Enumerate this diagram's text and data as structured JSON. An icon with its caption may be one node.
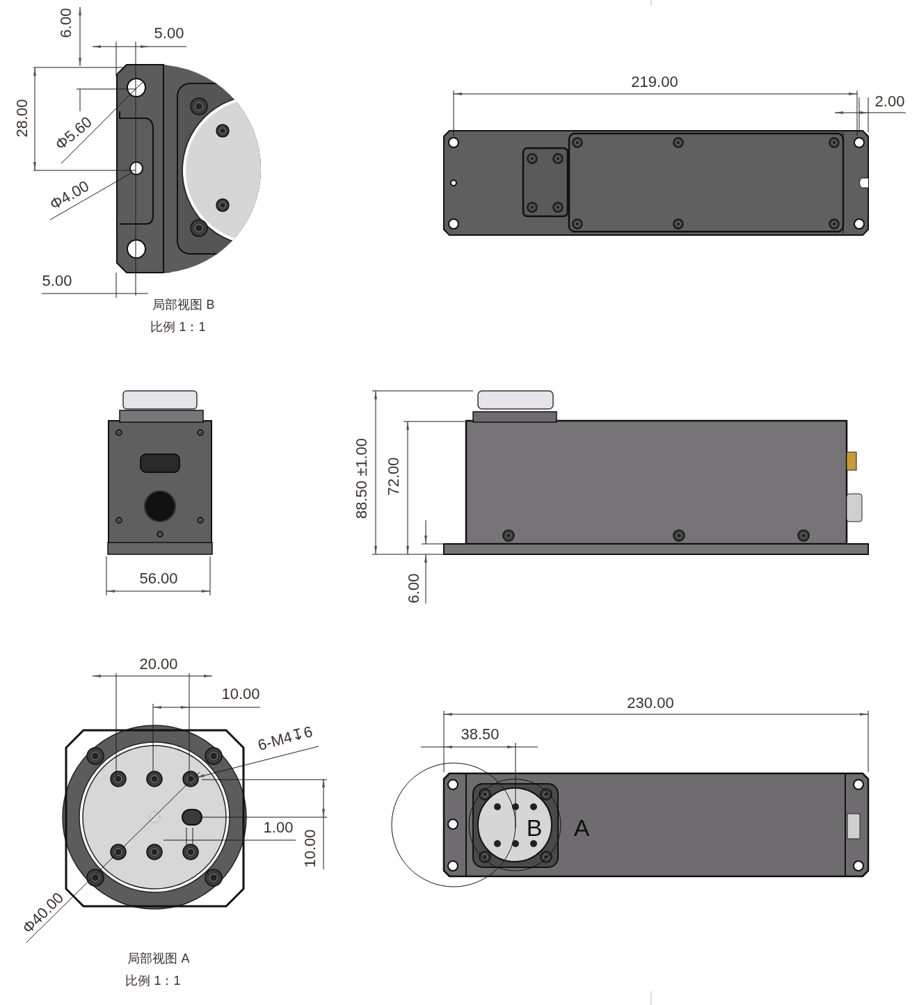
{
  "diagram": {
    "labels": [
      "6.00",
      "5.00",
      "219.00",
      "2.00",
      "28.00",
      "Φ5.60",
      "Φ4.00",
      "5.00",
      "局部视图 B",
      "比例 1：1",
      "56.00",
      "88.50 ±1.00",
      "72.00",
      "6.00",
      "20.00",
      "10.00",
      "6-M4↧6",
      "230.00",
      "38.50",
      "1.00",
      "B",
      "A",
      "10.00",
      "Φ40.00",
      "局部视图 A",
      "比例 1：1"
    ]
  }
}
